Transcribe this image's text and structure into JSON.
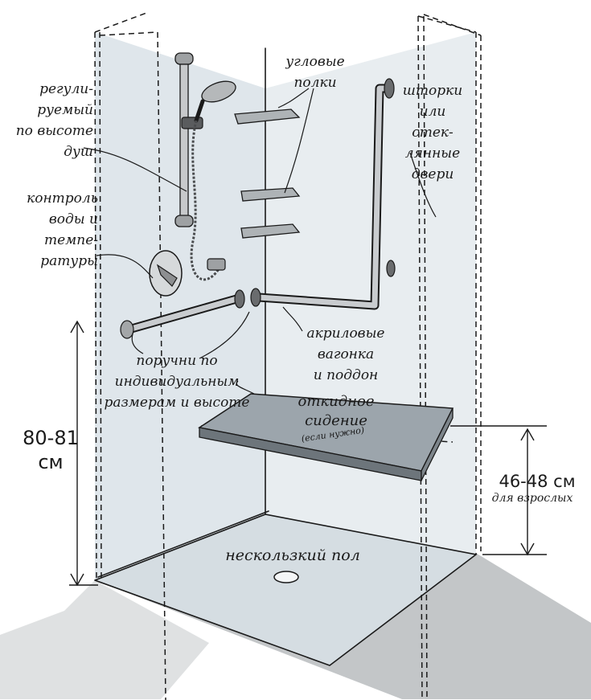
{
  "labels": {
    "shower": [
      "регули-",
      "руемый",
      "по высоте",
      "душ"
    ],
    "controls": [
      "контроль",
      "воды и",
      "темпе-",
      "ратуры"
    ],
    "shelves": [
      "угловые",
      "полки"
    ],
    "curtains": [
      "шторки",
      "или",
      "стек-",
      "лянные",
      "двери"
    ],
    "acrylic": [
      "акриловые",
      "вагонка",
      "и поддон"
    ],
    "handrails": [
      "поручни по",
      "индивидуальным",
      "размерам и высоте"
    ],
    "seat": [
      "откидное",
      "сидение"
    ],
    "seat_note": "(если нужно)",
    "floor": "нескользкий пол"
  },
  "dimensions": {
    "grab_height": [
      "80-81",
      "см"
    ],
    "seat_height": "46-48 см",
    "seat_height_note": "для взрослых"
  },
  "colors": {
    "wall": "#dfe6eb",
    "wall_back": "#e7ecef",
    "floor_shadow": "#b9bcbe",
    "ink": "#1a1a1a",
    "metal": "#8d8f91"
  }
}
